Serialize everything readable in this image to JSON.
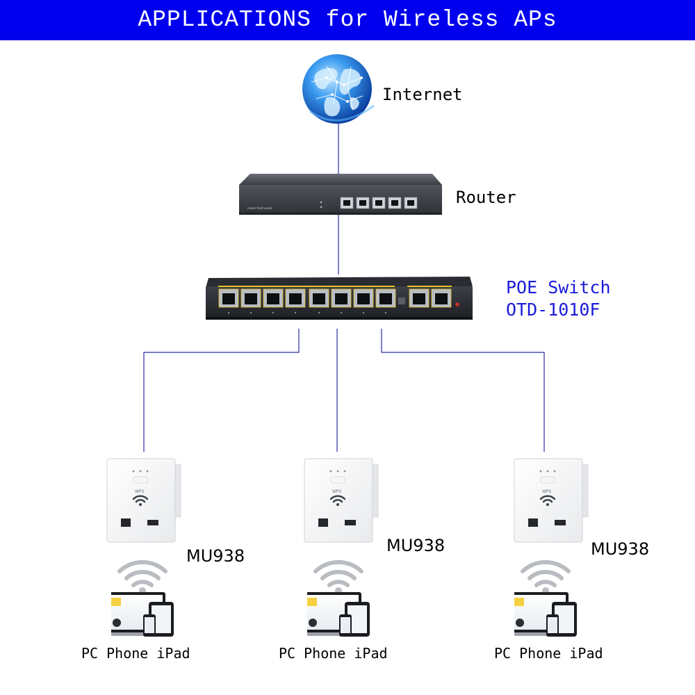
{
  "title": "APPLICATIONS for Wireless APs",
  "internet": {
    "label": "Internet",
    "icon": "globe-icon"
  },
  "router": {
    "label": "Router"
  },
  "switch": {
    "line1": "POE Switch",
    "line2": "OTD-1010F"
  },
  "access_points": [
    {
      "model": "MU938",
      "button_label": "WPS",
      "devices": "PC Phone iPad"
    },
    {
      "model": "MU938",
      "button_label": "WPS",
      "devices": "PC Phone iPad"
    },
    {
      "model": "MU938",
      "button_label": "WPS",
      "devices": "PC Phone iPad"
    }
  ],
  "colors": {
    "banner": "#0000ee",
    "link_line": "#2a2aa8",
    "switch_label": "#1a1adb",
    "port_accent": "#e8c020"
  }
}
